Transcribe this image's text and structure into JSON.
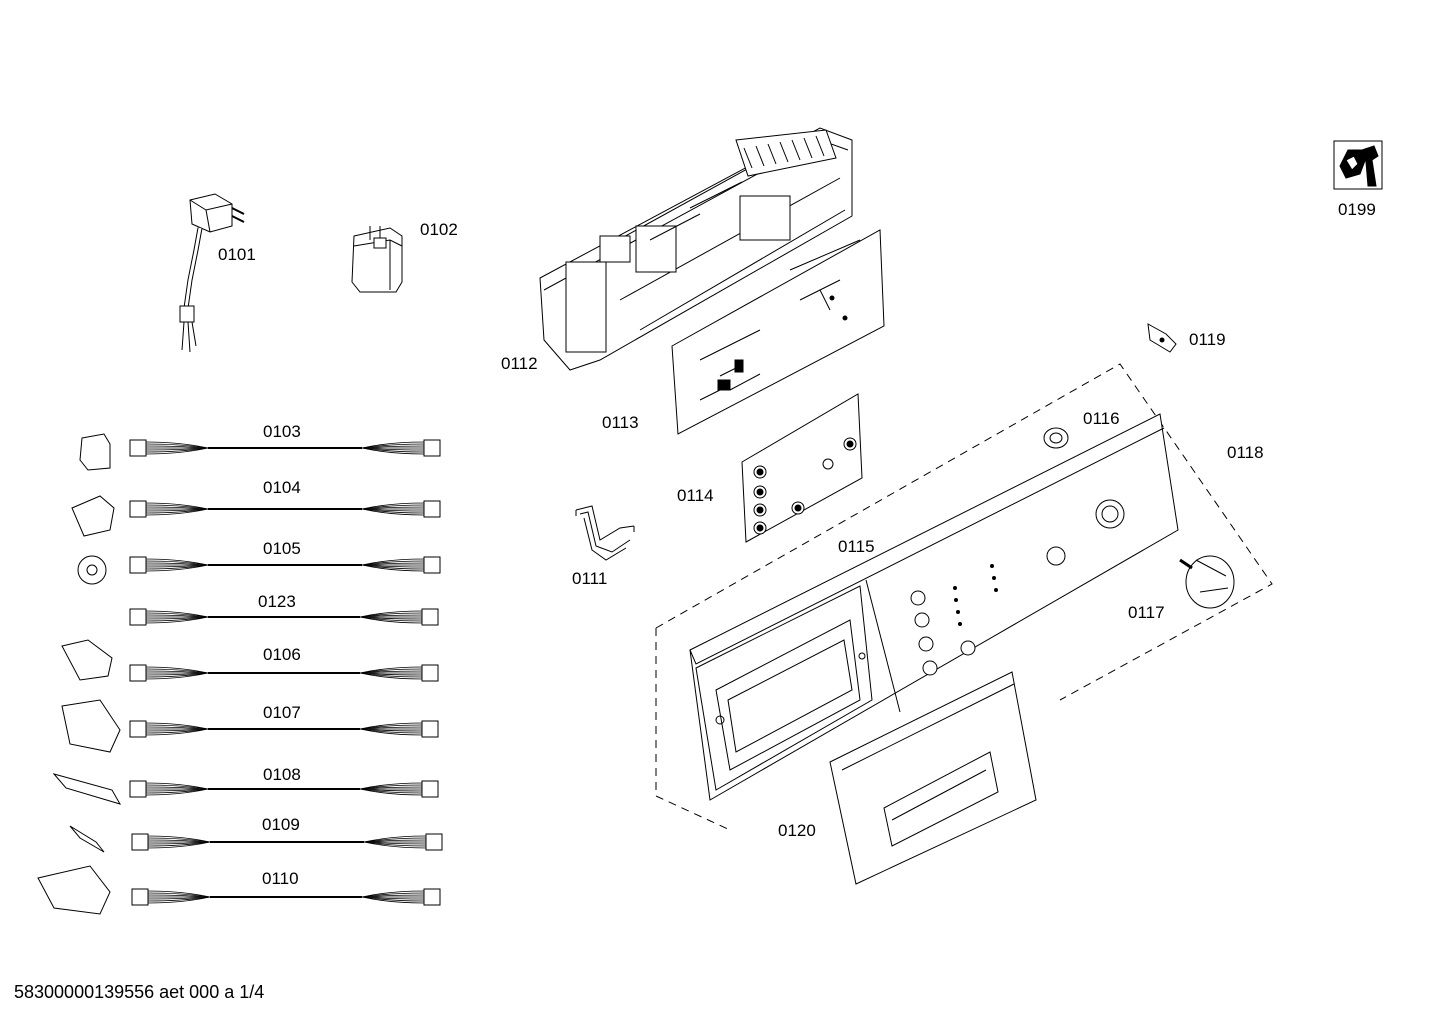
{
  "labels": {
    "p0101": "0101",
    "p0102": "0102",
    "p0103": "0103",
    "p0104": "0104",
    "p0105": "0105",
    "p0123": "0123",
    "p0106": "0106",
    "p0107": "0107",
    "p0108": "0108",
    "p0109": "0109",
    "p0110": "0110",
    "p0111": "0111",
    "p0112": "0112",
    "p0113": "0113",
    "p0114": "0114",
    "p0115": "0115",
    "p0116": "0116",
    "p0117": "0117",
    "p0118": "0118",
    "p0119": "0119",
    "p0120": "0120",
    "p0199": "0199"
  },
  "footer": "58300000139556 aet 000 a 1/4",
  "icons": [
    "mains-plug-icon",
    "suppressor-icon",
    "wiring-harness-icon",
    "control-housing-icon",
    "circuit-board-icon",
    "flat-cable-icon",
    "control-panel-icon",
    "program-knob-icon",
    "detergent-drawer-handle-icon",
    "tool-wrench-icon"
  ]
}
